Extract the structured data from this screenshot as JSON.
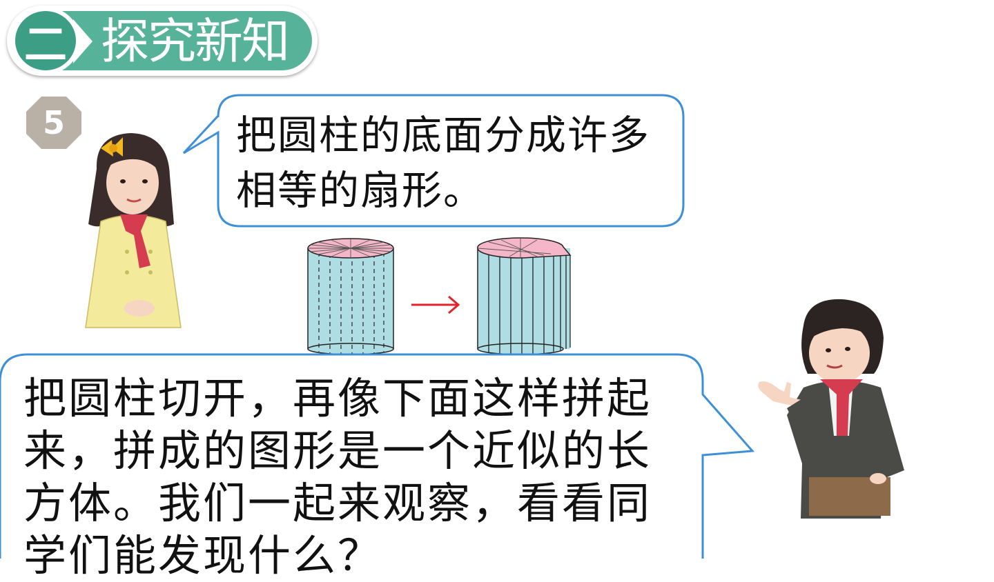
{
  "header": {
    "number": "二",
    "title": "探究新知"
  },
  "example_number": "5",
  "bubble_girl": {
    "text": "把圆柱的底面分成许多相等的扇形。"
  },
  "bubble_boy": {
    "text": "把圆柱切开，再像下面这样拼起来，拼成的图形是一个近似的长方体。我们一起来观察，看看同学们能发现什么？"
  },
  "colors": {
    "header_green": "#57b29a",
    "bubble_border": "#3d8fd8",
    "cylinder_side": "#aedde3",
    "cylinder_top": "#f4b6c8",
    "arrow_red": "#e3232b",
    "badge_gray": "#b9b0a6"
  },
  "illustrations": {
    "girl": "girl-pioneer-illustration",
    "boy": "boy-pioneer-illustration",
    "cylinder_sectors": "cylinder-divided-icon",
    "cylinder_rearranged": "cylinder-rearranged-icon",
    "arrow": "right-arrow-icon"
  }
}
